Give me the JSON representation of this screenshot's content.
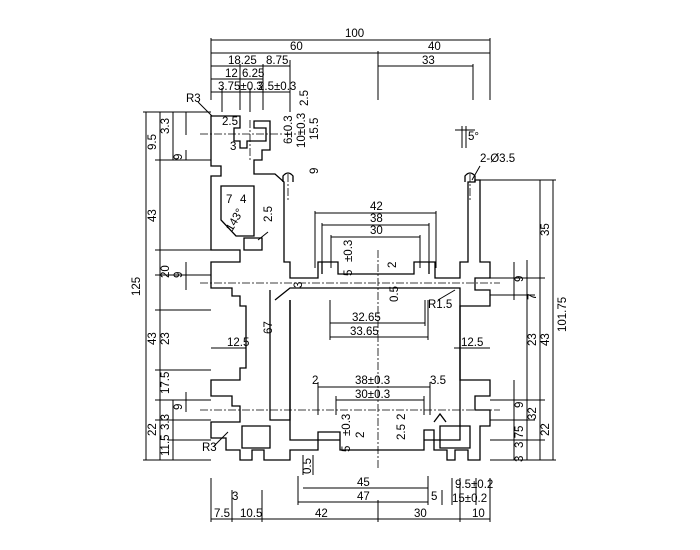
{
  "dims": {
    "top": [
      "100",
      "60",
      "40",
      "18.25",
      "8.75",
      "12",
      "6.25",
      "33",
      "3.75±0.3",
      "2.5±0.3"
    ],
    "bottom": [
      "45",
      "47",
      "5",
      "3",
      "7.5",
      "10.5",
      "42",
      "30",
      "10",
      "9.5±0.2",
      "15±0.2"
    ],
    "left": [
      "125",
      "43",
      "43",
      "9.5",
      "3.3",
      "9",
      "20",
      "9",
      "23",
      "17.5",
      "9",
      "22",
      "11.5",
      "3.3"
    ],
    "right": [
      "101.75",
      "35",
      "9",
      "7",
      "23",
      "43",
      "9",
      "32",
      "22",
      "3.75",
      "3"
    ],
    "inner": [
      "2.5",
      "6±0.3",
      "10±0.3",
      "15.5",
      "2.5",
      "3",
      "9",
      "7",
      "4",
      "143°",
      "2.5",
      "67",
      "3",
      "12.5",
      "42",
      "38",
      "30",
      "5",
      "±0.3",
      "2",
      "0.5",
      "32.65",
      "33.65",
      "12.5",
      "2",
      "38±0.3",
      "30±0.3",
      "3.5",
      "2.5",
      "2",
      "5",
      "±0.3",
      "2",
      "0.5",
      "5°"
    ],
    "radius": [
      "R3",
      "R3",
      "R1.5"
    ],
    "hole": "2-Ø3.5"
  }
}
